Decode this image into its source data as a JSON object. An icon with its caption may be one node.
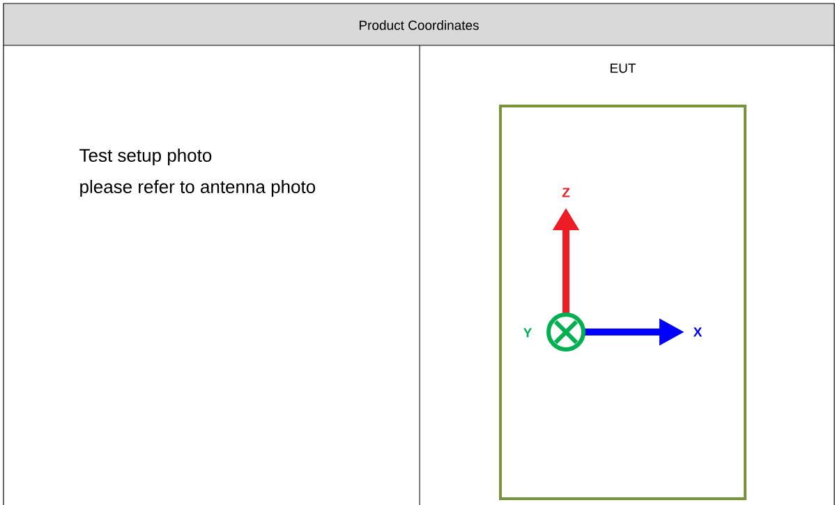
{
  "diagram": {
    "nodes": [
      {
        "text": [
          "EUT"
        ]
      }
    ],
    "labels": [
      "Product Coordinates",
      "Test setup photo",
      "please refer to antenna photo",
      "Z",
      "Y",
      "X"
    ]
  }
}
